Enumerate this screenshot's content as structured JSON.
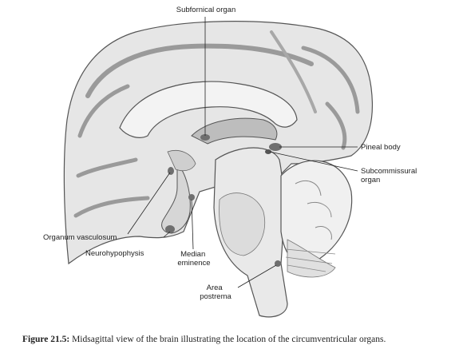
{
  "labels": {
    "subfornical_organ": "Subfornical organ",
    "pineal_body": "Pineal body",
    "subcommissural_organ": [
      "Subcommissural",
      "organ"
    ],
    "organum_vasculosum": "Organum vasculosum",
    "neurohypophysis": "Neurohypophysis",
    "median_eminence": [
      "Median",
      "eminence"
    ],
    "area_postrema": [
      "Area",
      "postrema"
    ]
  },
  "caption": {
    "figure_number": "Figure 21.5:",
    "text": " Midsagittal view of the brain illustrating the location of the circumventricular organs."
  }
}
